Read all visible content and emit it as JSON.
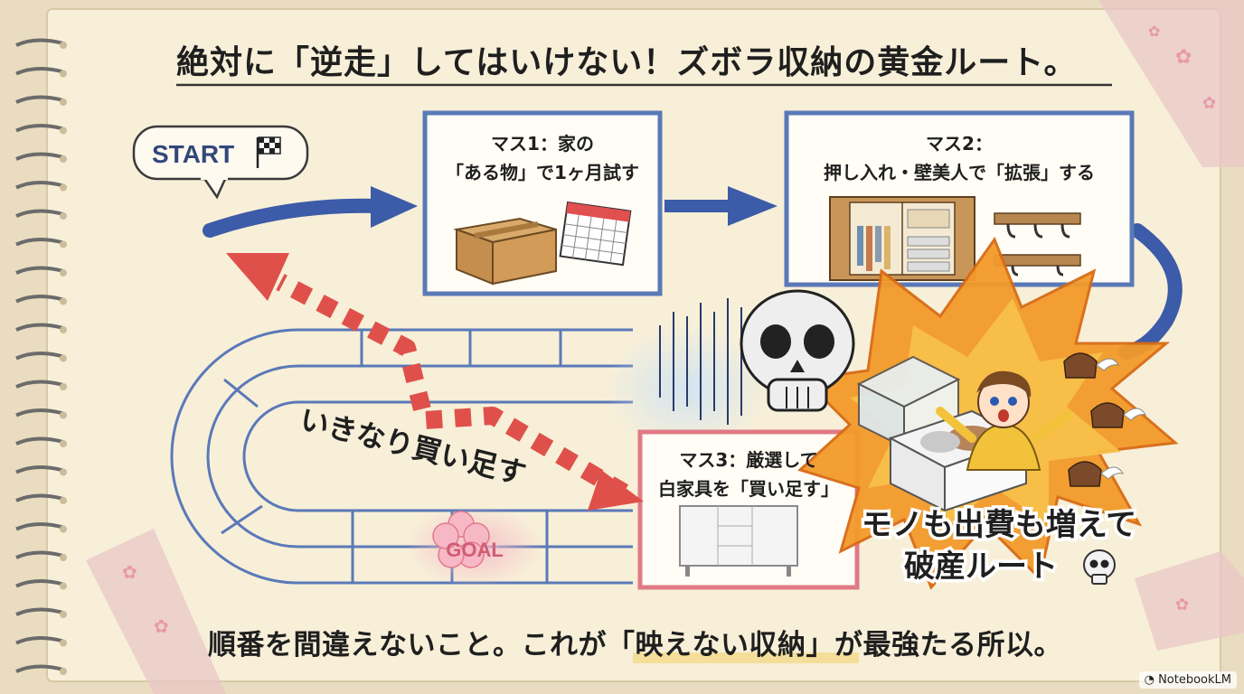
{
  "title": "絶対に「逆走」してはいけない！ズボラ収納の黄金ルート。",
  "start_label": "START",
  "goal_label": "GOAL",
  "step1": {
    "line1": "マス1：家の",
    "line2": "「ある物」で1ヶ月試す"
  },
  "step2": {
    "line1": "マス2：",
    "line2": "押し入れ・壁美人で「拡張」する"
  },
  "step3": {
    "line1": "マス3：厳選して",
    "line2": "白家具を「買い足す」"
  },
  "reverse_label": "いきなり買い足す",
  "bankrupt": {
    "line1": "モノも出費も増えて",
    "line2": "破産ルート"
  },
  "bottom_text": "順番を間違えないこと。これが「映えない収納」が最強たる所以。",
  "watermark": "NotebookLM",
  "colors": {
    "paper": "#f7efd8",
    "route_blue": "#3c5ba8",
    "danger_red": "#e0504a",
    "burst_orange": "#f39a2a",
    "text": "#1f1f1f",
    "tape_pink": "#eac7c7"
  }
}
